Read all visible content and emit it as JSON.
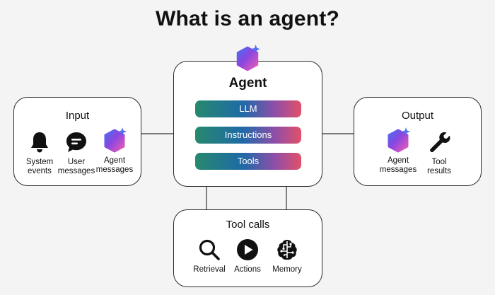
{
  "title": "What is an agent?",
  "input": {
    "title": "Input",
    "items": [
      {
        "label": "System events",
        "icon": "bell-icon"
      },
      {
        "label": "User messages",
        "icon": "chat-bubble-icon"
      },
      {
        "label": "Agent messages",
        "icon": "agent-hexagon-icon"
      }
    ]
  },
  "agent": {
    "title": "Agent",
    "components": [
      "LLM",
      "Instructions",
      "Tools"
    ]
  },
  "output": {
    "title": "Output",
    "items": [
      {
        "label": "Agent messages",
        "icon": "agent-hexagon-icon"
      },
      {
        "label": "Tool results",
        "icon": "wrench-icon"
      }
    ]
  },
  "tool_calls": {
    "title": "Tool calls",
    "items": [
      {
        "label": "Retrieval",
        "icon": "magnifier-icon"
      },
      {
        "label": "Actions",
        "icon": "play-icon"
      },
      {
        "label": "Memory",
        "icon": "brain-circuit-icon"
      }
    ]
  },
  "colors": {
    "gradient": [
      "#26896d",
      "#1f6aa8",
      "#8e4fa8",
      "#e2506a"
    ],
    "hexagon": [
      "#f05bb4",
      "#8a46e0",
      "#4a6cf0"
    ]
  }
}
